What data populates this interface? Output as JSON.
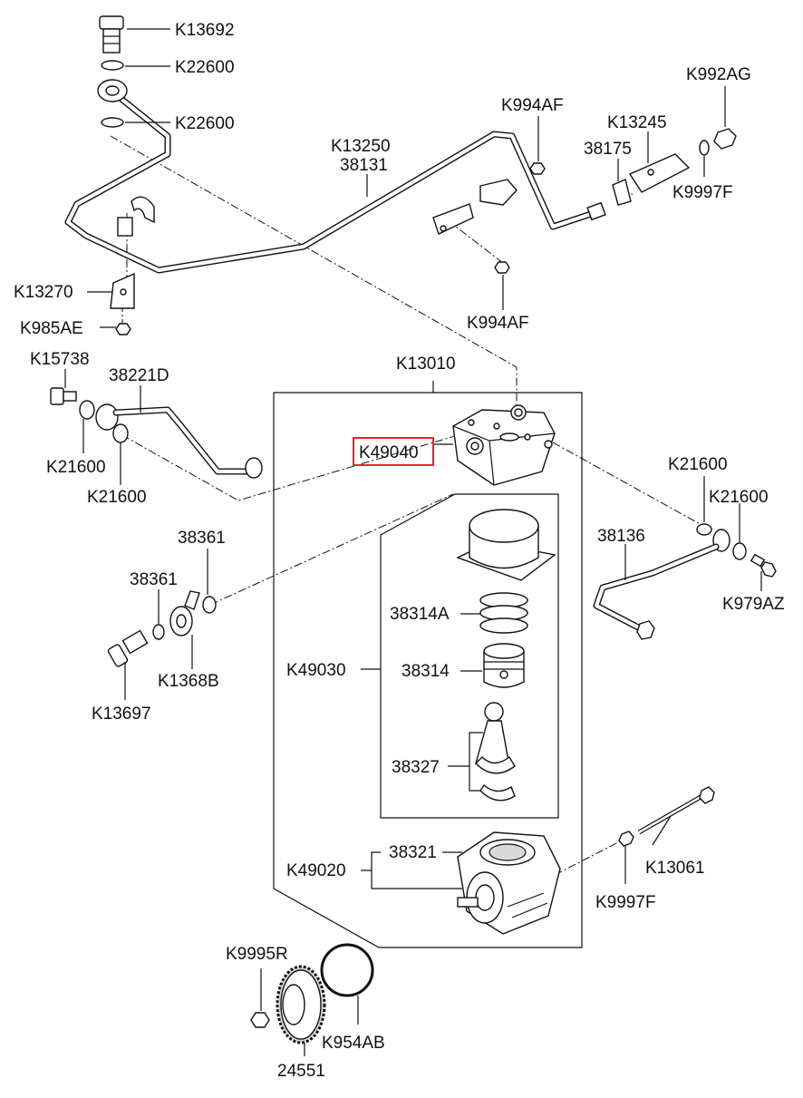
{
  "colors": {
    "line": "#111111",
    "highlight": "#e0252b",
    "background": "#ffffff"
  },
  "highlighted_part": "K49040",
  "labels": {
    "k13692": "K13692",
    "k22600_top": "K22600",
    "k22600_mid": "K22600",
    "k13250": "K13250",
    "n38131": "38131",
    "k994af_top": "K994AF",
    "k13245": "K13245",
    "k992ag": "K992AG",
    "n38175": "38175",
    "k9997f_top": "K9997F",
    "k13270": "K13270",
    "k985ae": "K985AE",
    "k994af_bottom": "K994AF",
    "k15738": "K15738",
    "n38221d": "38221D",
    "k13010": "K13010",
    "k21600_left1": "K21600",
    "k21600_left2": "K21600",
    "k49040": "K49040",
    "k21600_right1": "K21600",
    "k21600_right2": "K21600",
    "n38136": "38136",
    "k979az": "K979AZ",
    "n38361_a": "38361",
    "n38361_b": "38361",
    "k1368b": "K1368B",
    "k13697": "K13697",
    "n38314a": "38314A",
    "k49030": "K49030",
    "n38314": "38314",
    "n38327": "38327",
    "n38321": "38321",
    "k49020": "K49020",
    "k13061": "K13061",
    "k9997f_bottom": "K9997F",
    "k9995r": "K9995R",
    "k954ab": "K954AB",
    "n24551": "24551"
  }
}
